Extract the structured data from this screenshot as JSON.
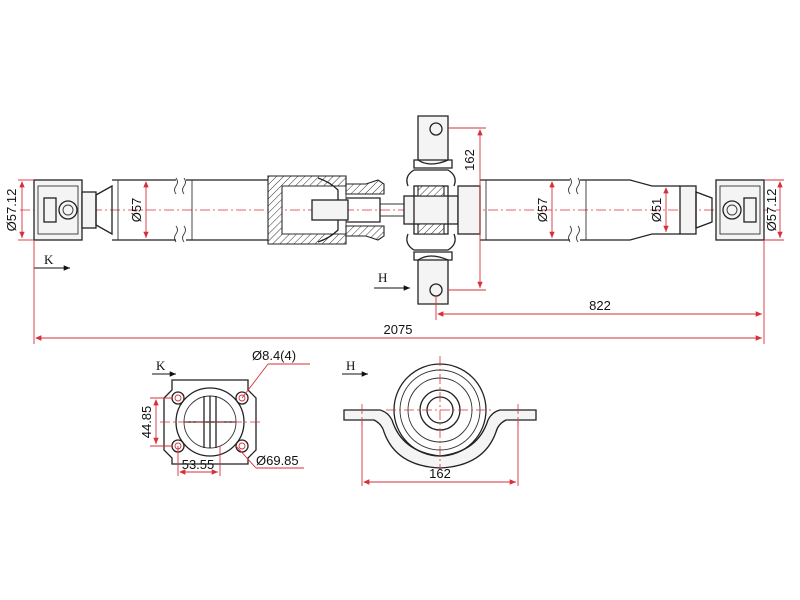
{
  "dimensions": {
    "end_yoke_left_dia": "Ø57.12",
    "tube_left_dia": "Ø57",
    "tube_right_dia": "Ø57",
    "tube_right_neck_dia": "Ø51",
    "end_yoke_right_dia": "Ø57.12",
    "bearing_height": "162",
    "bearing_to_end_length": "822",
    "overall_length": "2075",
    "flange_hole_dia": "Ø8.4(4)",
    "flange_height": "44.85",
    "flange_width": "53.55",
    "flange_pcd": "Ø69.85",
    "bearing_width": "162"
  },
  "view_labels": {
    "k_arrow_label": "K",
    "h_arrow_label": "H",
    "k_view_title": "K",
    "h_view_title": "H"
  },
  "colors": {
    "dimension_lines": "#d6303a",
    "outline": "#222222",
    "background": "#ffffff"
  }
}
